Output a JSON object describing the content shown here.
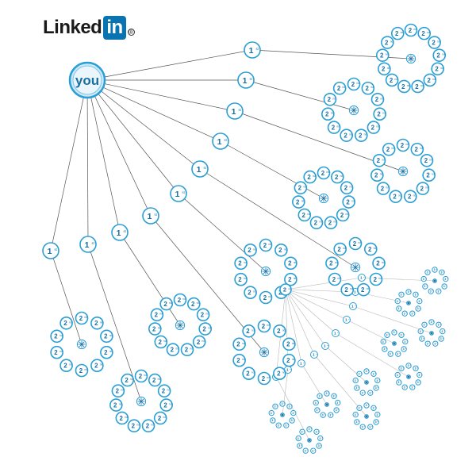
{
  "logo": {
    "word": "Linked",
    "boxed": "in",
    "registered": "®"
  },
  "nodes": {
    "you": "you",
    "first": "1st",
    "second": "2nd",
    "third": "3rd"
  },
  "colors": {
    "accent": "#2a9fd6",
    "line": "#555555",
    "you_fill": "#cfe9f7",
    "node_fill": "#ffffff"
  }
}
